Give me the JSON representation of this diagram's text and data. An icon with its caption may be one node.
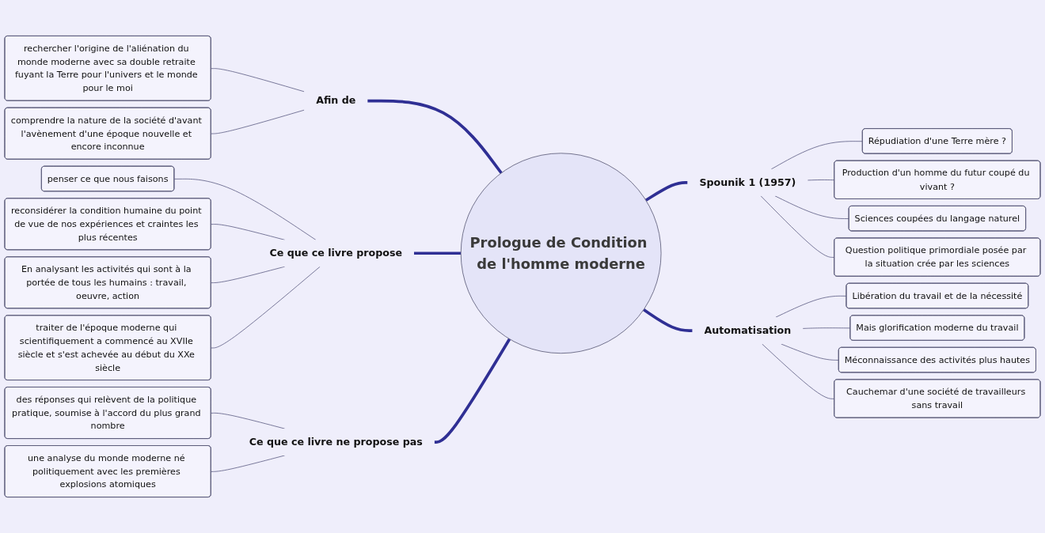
{
  "diagram": {
    "nodes": [
      {
        "text": [
          "Prologue de Condition de l'homme moderne"
        ]
      },
      {
        "text": [
          "Afin de"
        ]
      },
      {
        "text": [
          "rechercher l'origine de l'aliénation du monde moderne avec sa double retraite fuyant la Terre pour l'univers et le monde pour le moi"
        ]
      },
      {
        "text": [
          "comprendre la nature de la société d'avant l'avènement d'une époque nouvelle et encore inconnue"
        ]
      },
      {
        "text": [
          "Ce que ce livre propose"
        ]
      },
      {
        "text": [
          "penser ce que nous faisons"
        ]
      },
      {
        "text": [
          "reconsidérer la condition humaine du point de vue de nos expériences et craintes les plus récentes"
        ]
      },
      {
        "text": [
          "En analysant les activités qui sont à la portée de tous les humains : travail, oeuvre, action"
        ]
      },
      {
        "text": [
          "traiter de l'époque moderne qui scientifiquement a commencé au XVIIe siècle et s'est achevée au début du XXe siècle"
        ]
      },
      {
        "text": [
          "Ce que ce livre ne propose pas"
        ]
      },
      {
        "text": [
          "des réponses qui relèvent de la politique pratique, soumise à l'accord du plus grand nombre"
        ]
      },
      {
        "text": [
          "une analyse du monde moderne né politiquement avec les premières explosions atomiques"
        ]
      },
      {
        "text": [
          "Spounik 1 (1957)"
        ]
      },
      {
        "text": [
          "Répudiation d'une Terre mère ?"
        ]
      },
      {
        "text": [
          "Production d'un homme du futur coupé du vivant ?"
        ]
      },
      {
        "text": [
          "Sciences coupées du langage naturel"
        ]
      },
      {
        "text": [
          "Question politique primordiale posée par la situation crée par les sciences"
        ]
      },
      {
        "text": [
          "Automatisation"
        ]
      },
      {
        "text": [
          "Libération du travail et de la nécessité"
        ]
      },
      {
        "text": [
          "Mais glorification moderne du travail"
        ]
      },
      {
        "text": [
          "Méconnaissance des activités plus hautes"
        ]
      },
      {
        "text": [
          "Cauchemar d'une société de travailleurs sans travail"
        ]
      }
    ],
    "edges": [
      {
        "from": 1,
        "to": 0,
        "arrow": "none",
        "style": "thick",
        "color": "#2f2f94"
      },
      {
        "from": 2,
        "to": 1,
        "arrow": "none"
      },
      {
        "from": 3,
        "to": 1,
        "arrow": "none"
      },
      {
        "from": 4,
        "to": 0,
        "arrow": "none",
        "style": "thick",
        "color": "#2f2f94"
      },
      {
        "from": 5,
        "to": 4,
        "arrow": "none"
      },
      {
        "from": 6,
        "to": 4,
        "arrow": "none"
      },
      {
        "from": 7,
        "to": 4,
        "arrow": "none"
      },
      {
        "from": 8,
        "to": 4,
        "arrow": "none"
      },
      {
        "from": 9,
        "to": 0,
        "arrow": "none",
        "style": "thick",
        "color": "#2f2f94"
      },
      {
        "from": 10,
        "to": 9,
        "arrow": "none"
      },
      {
        "from": 11,
        "to": 9,
        "arrow": "none"
      },
      {
        "from": 0,
        "to": 12,
        "arrow": "none",
        "style": "thick",
        "color": "#2f2f94"
      },
      {
        "from": 12,
        "to": 13,
        "arrow": "none"
      },
      {
        "from": 12,
        "to": 14,
        "arrow": "none"
      },
      {
        "from": 12,
        "to": 15,
        "arrow": "none"
      },
      {
        "from": 12,
        "to": 16,
        "arrow": "none"
      },
      {
        "from": 0,
        "to": 17,
        "arrow": "none",
        "style": "thick",
        "color": "#2f2f94"
      },
      {
        "from": 17,
        "to": 18,
        "arrow": "none"
      },
      {
        "from": 17,
        "to": 19,
        "arrow": "none"
      },
      {
        "from": 17,
        "to": 20,
        "arrow": "none"
      },
      {
        "from": 17,
        "to": 21,
        "arrow": "none"
      }
    ]
  }
}
